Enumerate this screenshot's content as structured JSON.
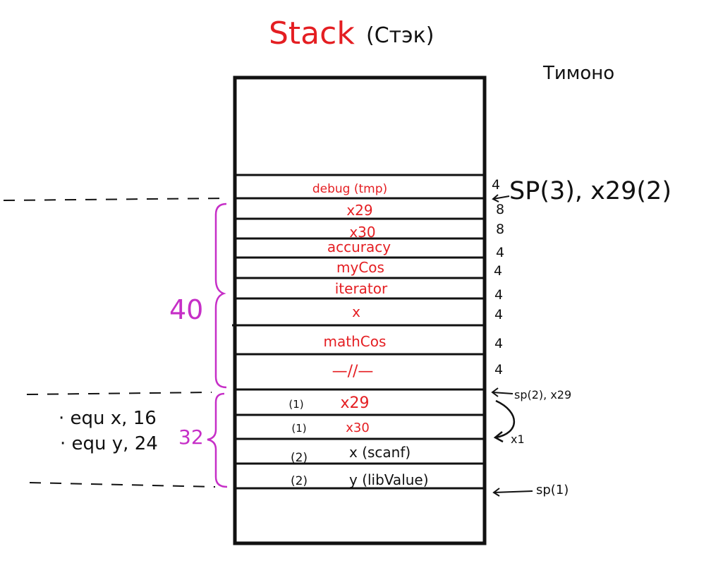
{
  "title": {
    "text": "Stack",
    "annotation": "(Стэк)"
  },
  "author": "Тимоно",
  "colors": {
    "ink": "#111111",
    "accent": "#e41e22",
    "brace": "#c62fc7"
  },
  "stack_slots": [
    {
      "label": "debug (tmp)",
      "size": "4"
    },
    {
      "label": "x29",
      "size": "8"
    },
    {
      "label": "x30",
      "size": "8"
    },
    {
      "label": "accuracy",
      "size": "4"
    },
    {
      "label": "myCos",
      "size": "4"
    },
    {
      "label": "iterator",
      "size": "4"
    },
    {
      "label": "x",
      "size": "4"
    },
    {
      "label": "mathCos",
      "size": "4"
    },
    {
      "label": "—//—",
      "size": "4"
    },
    {
      "label": "x29",
      "order": "(1)"
    },
    {
      "label": "x30",
      "order": "(1)"
    },
    {
      "label": "x (scanf)",
      "order": "(2)"
    },
    {
      "label": "y (libValue)",
      "order": "(2)"
    }
  ],
  "pointers": {
    "sp3": "SP(3), x29(2)",
    "sp2": "sp(2), x29",
    "sp1": "sp(1)",
    "loop": "x1"
  },
  "brace_totals": {
    "upper": "40",
    "lower": "32"
  },
  "equ": [
    "· equ x, 16",
    "· equ y, 24"
  ]
}
